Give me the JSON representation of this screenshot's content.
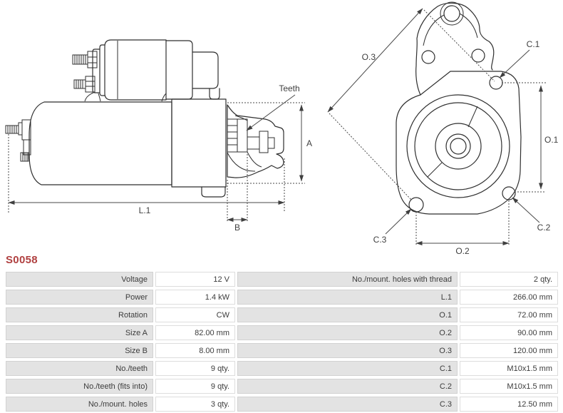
{
  "part": {
    "code": "S0058"
  },
  "diagram": {
    "labels": {
      "teeth": "Teeth",
      "a": "A",
      "b": "B",
      "l1": "L.1",
      "o1": "O.1",
      "o2": "O.2",
      "o3": "O.3",
      "c1": "C.1",
      "c2": "C.2",
      "c3": "C.3"
    }
  },
  "table": {
    "rows": [
      {
        "l_label": "Voltage",
        "l_value": "12 V",
        "r_label": "No./mount. holes with thread",
        "r_value": "2 qty."
      },
      {
        "l_label": "Power",
        "l_value": "1.4 kW",
        "r_label": "L.1",
        "r_value": "266.00 mm"
      },
      {
        "l_label": "Rotation",
        "l_value": "CW",
        "r_label": "O.1",
        "r_value": "72.00 mm"
      },
      {
        "l_label": "Size A",
        "l_value": "82.00 mm",
        "r_label": "O.2",
        "r_value": "90.00 mm"
      },
      {
        "l_label": "Size B",
        "l_value": "8.00 mm",
        "r_label": "O.3",
        "r_value": "120.00 mm"
      },
      {
        "l_label": "No./teeth",
        "l_value": "9 qty.",
        "r_label": "C.1",
        "r_value": "M10x1.5 mm"
      },
      {
        "l_label": "No./teeth (fits into)",
        "l_value": "9 qty.",
        "r_label": "C.2",
        "r_value": "M10x1.5 mm"
      },
      {
        "l_label": "No./mount. holes",
        "l_value": "3 qty.",
        "r_label": "C.3",
        "r_value": "12.50 mm"
      }
    ]
  }
}
